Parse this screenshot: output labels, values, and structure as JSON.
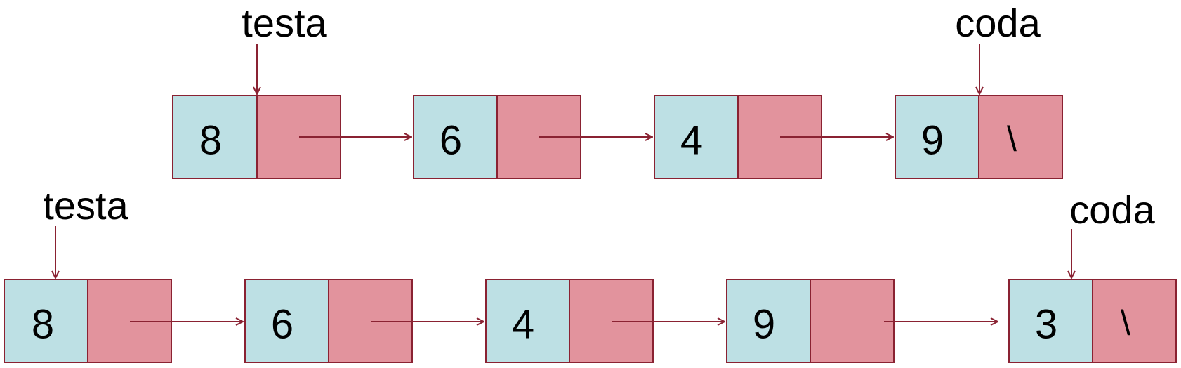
{
  "colors": {
    "value_cell": "#bde0e4",
    "pointer_cell": "#e2939d",
    "border": "#8a2232",
    "arrow": "#8a2232",
    "text": "#000000"
  },
  "top_list": {
    "head_label": "testa",
    "tail_label": "coda",
    "nodes": [
      {
        "value": "8",
        "next": ""
      },
      {
        "value": "6",
        "next": ""
      },
      {
        "value": "4",
        "next": ""
      },
      {
        "value": "9",
        "next": "\\"
      }
    ]
  },
  "bottom_list": {
    "head_label": "testa",
    "tail_label": "coda",
    "nodes": [
      {
        "value": "8",
        "next": ""
      },
      {
        "value": "6",
        "next": ""
      },
      {
        "value": "4",
        "next": ""
      },
      {
        "value": "9",
        "next": ""
      },
      {
        "value": "3",
        "next": "\\"
      }
    ]
  }
}
